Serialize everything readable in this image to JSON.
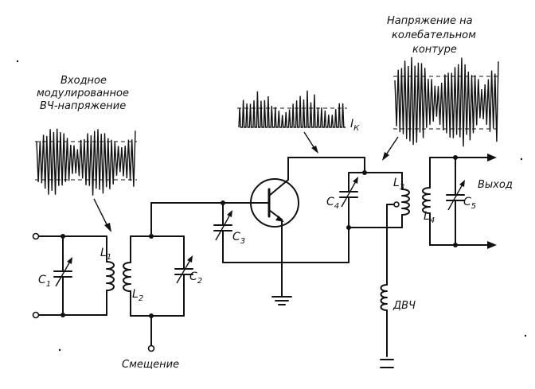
{
  "captions": {
    "input_line1": "Входное",
    "input_line2": "модулированное",
    "input_line3": "ВЧ-напряжение",
    "tank_line1": "Напряжение  на",
    "tank_line2": "колебательном",
    "tank_line3": "контуре",
    "bias": "Смещение",
    "output": "Выход",
    "rfc": "ДВЧ"
  },
  "components": {
    "c1": {
      "letter": "C",
      "sub": "1"
    },
    "l1": {
      "letter": "L",
      "sub": "1"
    },
    "l2": {
      "letter": "L",
      "sub": "2"
    },
    "c2": {
      "letter": "C",
      "sub": "2"
    },
    "c3": {
      "letter": "C",
      "sub": "3"
    },
    "c4": {
      "letter": "C",
      "sub": "4"
    },
    "l3": {
      "letter": "L",
      "sub": "3"
    },
    "l4": {
      "letter": "L",
      "sub": "4"
    },
    "c5": {
      "letter": "C",
      "sub": "5"
    },
    "ik": {
      "letter": "I",
      "sub": "К"
    }
  }
}
